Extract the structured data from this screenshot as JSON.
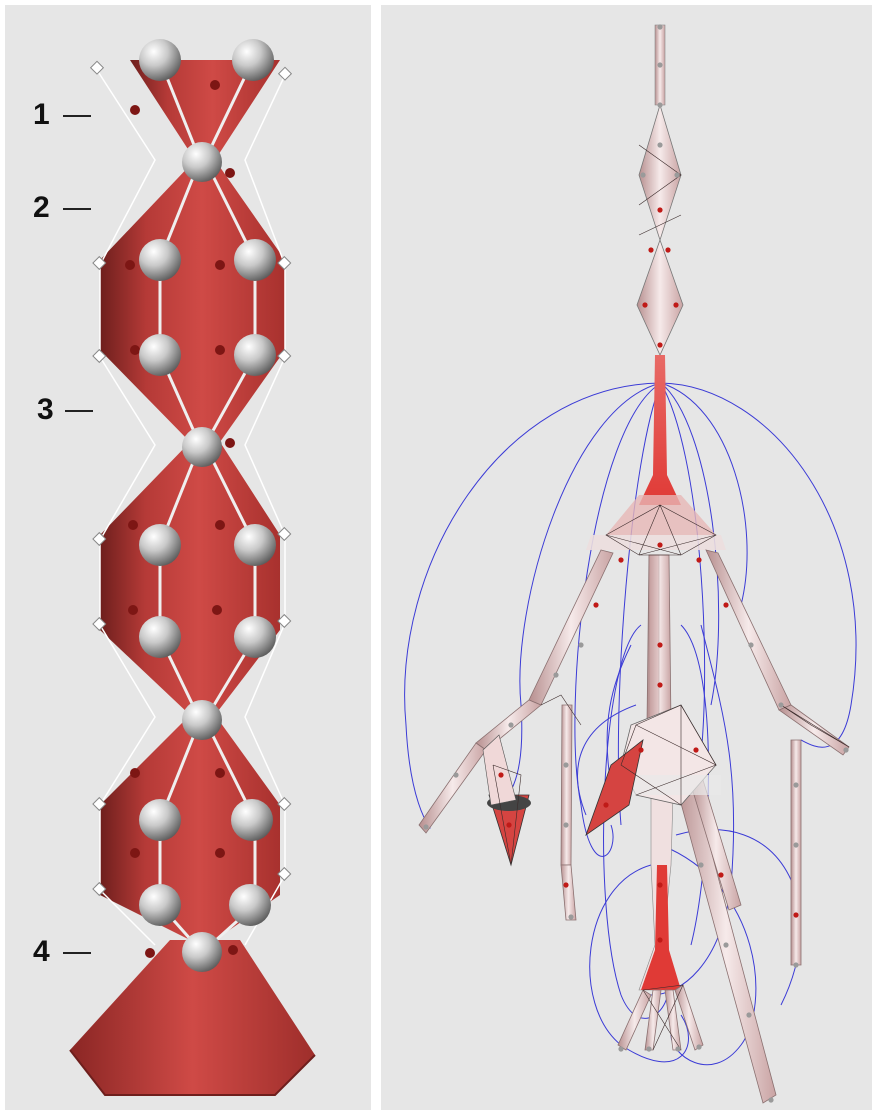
{
  "left_panel": {
    "level_labels": [
      "1",
      "2",
      "3",
      "4"
    ]
  },
  "colors": {
    "background": "#e6e6e6",
    "body_red": "#c0413f",
    "body_red_dark": "#8e2826",
    "node_silver": "#d9d9d9",
    "link_white": "#f2f2f2",
    "control_point": "#8a1a18",
    "connector_blue": "#3a3ad8",
    "limb_pink": "#e9c9c9"
  }
}
